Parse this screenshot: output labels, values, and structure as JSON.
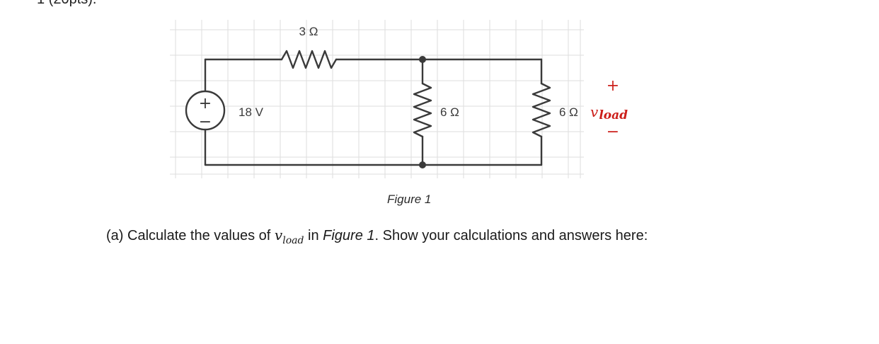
{
  "header_fragment": "1 (20pts).",
  "circuit": {
    "r_series": "3 Ω",
    "source_voltage": "18 V",
    "source_plus": "+",
    "source_minus": "−",
    "r_shunt": "6 Ω",
    "r_load": "6 Ω",
    "vload_var": "v",
    "vload_sub": "load",
    "vload_plus": "+",
    "vload_minus": "−",
    "wire_color": "#3a3a3a",
    "grid_color": "#dddddd",
    "annotation_color": "#cc1f1a"
  },
  "caption": "Figure 1",
  "question": {
    "prefix": "(a) Calculate the values of ",
    "var": "v",
    "sub": "load",
    "middle": " in ",
    "figure_ref": "Figure 1",
    "suffix": ". Show your calculations and answers here:"
  }
}
